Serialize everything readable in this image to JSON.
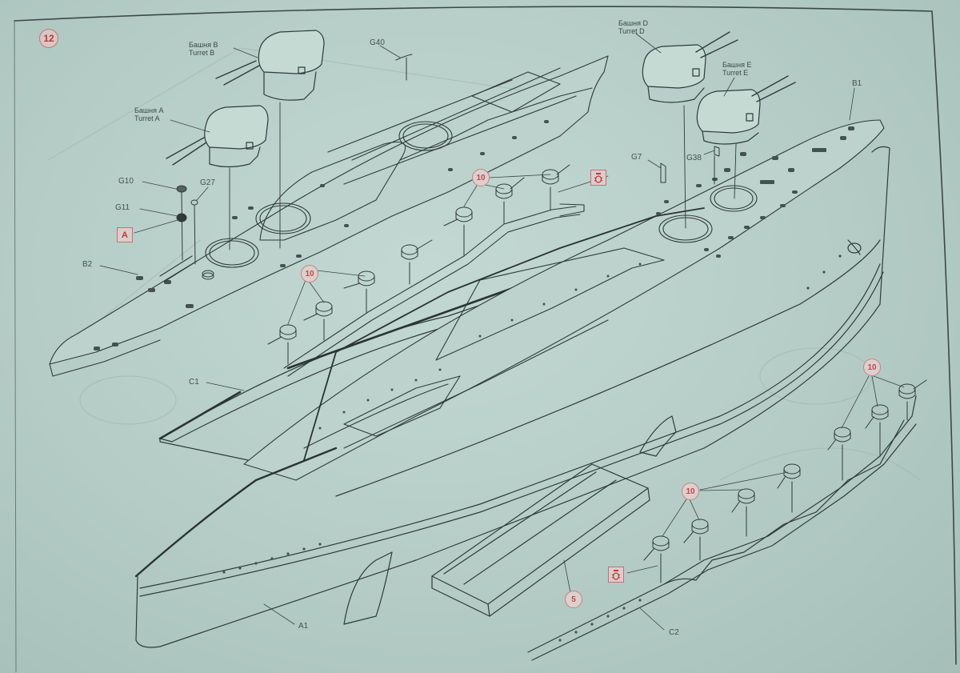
{
  "page": {
    "type": "model kit assembly instructions",
    "step_number": "12",
    "background_color": "#b8cfc9",
    "line_color": "#2f3b39",
    "accent_color": "#c0464d"
  },
  "turrets": [
    {
      "id": "A",
      "label_ru": "Башня A",
      "label_en": "Turret A"
    },
    {
      "id": "B",
      "label_ru": "Башня B",
      "label_en": "Turret B"
    },
    {
      "id": "D",
      "label_ru": "Башня D",
      "label_en": "Turret D"
    },
    {
      "id": "E",
      "label_ru": "Башня E",
      "label_en": "Turret E"
    }
  ],
  "part_labels": {
    "g40": "G40",
    "g10": "G10",
    "g27": "G27",
    "g11": "G11",
    "b2": "B2",
    "b1": "B1",
    "g7": "G7",
    "g38": "G38",
    "c1": "C1",
    "a1": "A1",
    "c2": "C2"
  },
  "references": {
    "subassembly_a": "A",
    "secondary_gun_step": "10",
    "hull_step": "5",
    "paint_icon": "paint-glue-symbol"
  },
  "callouts_10": [
    {
      "position": "upper-middle"
    },
    {
      "position": "middle-left"
    },
    {
      "position": "lower-right"
    },
    {
      "position": "lower-middle"
    }
  ]
}
